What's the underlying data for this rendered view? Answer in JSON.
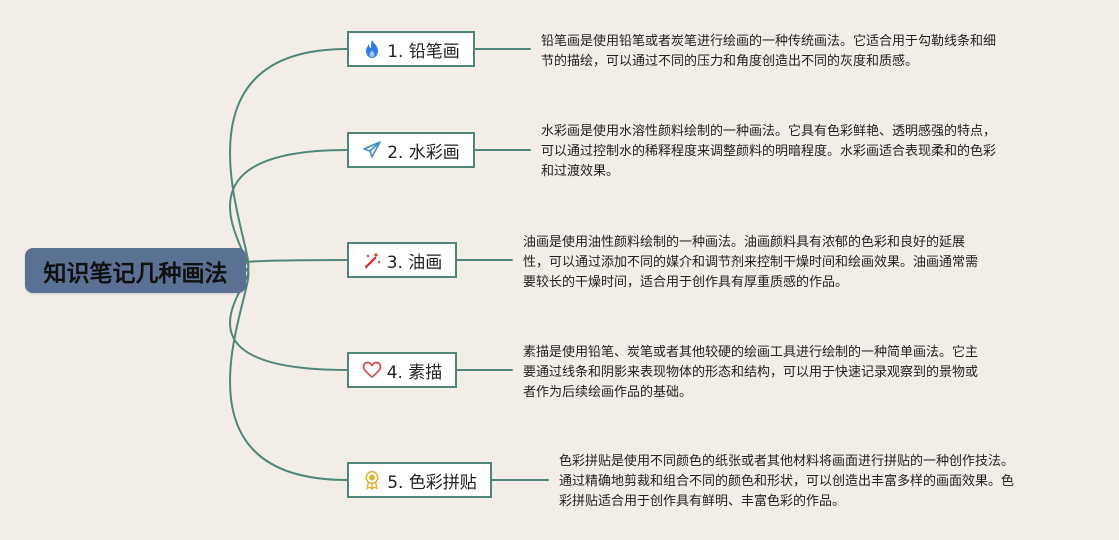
{
  "root": {
    "title": "知识笔记几种画法"
  },
  "branches": [
    {
      "label": "1. 铅笔画",
      "icon": "flame-icon",
      "description": [
        "铅笔画是使用铅笔或者炭笔进行绘画的一种传统画法。它适合用于勾勒线条和细",
        "节的描绘，可以通过不同的压力和角度创造出不同的灰度和质感。"
      ]
    },
    {
      "label": "2. 水彩画",
      "icon": "paper-plane-icon",
      "description": [
        "水彩画是使用水溶性颜料绘制的一种画法。它具有色彩鲜艳、透明感强的特点，",
        "可以通过控制水的稀释程度来调整颜料的明暗程度。水彩画适合表现柔和的色彩",
        "和过渡效果。"
      ]
    },
    {
      "label": "3. 油画",
      "icon": "magic-wand-icon",
      "description": [
        "油画是使用油性颜料绘制的一种画法。油画颜料具有浓郁的色彩和良好的延展",
        "性，可以通过添加不同的媒介和调节剂来控制干燥时间和绘画效果。油画通常需",
        "要较长的干燥时间，适合用于创作具有厚重质感的作品。"
      ]
    },
    {
      "label": "4. 素描",
      "icon": "heart-icon",
      "description": [
        "素描是使用铅笔、炭笔或者其他较硬的绘画工具进行绘制的一种简单画法。它主",
        "要通过线条和阴影来表现物体的形态和结构，可以用于快速记录观察到的景物或",
        "者作为后续绘画作品的基础。"
      ]
    },
    {
      "label": "5. 色彩拼贴",
      "icon": "award-badge-icon",
      "description": [
        "色彩拼贴是使用不同颜色的纸张或者其他材料将画面进行拼贴的一种创作技法。",
        "通过精确地剪裁和组合不同的颜色和形状，可以创造出丰富多样的画面效果。色",
        "彩拼贴适合用于创作具有鲜明、丰富色彩的作品。"
      ]
    }
  ],
  "colors": {
    "background": "#f3ede8",
    "root_fill": "#5b7194",
    "line": "#4f8679",
    "node_border": "#4f8679",
    "node_fill": "#ffffff",
    "flame": "#2d7be5",
    "plane": "#3f8dc1",
    "wand": "#d23b3b",
    "heart": "#d24a4a",
    "badge": "#e2b53a"
  }
}
